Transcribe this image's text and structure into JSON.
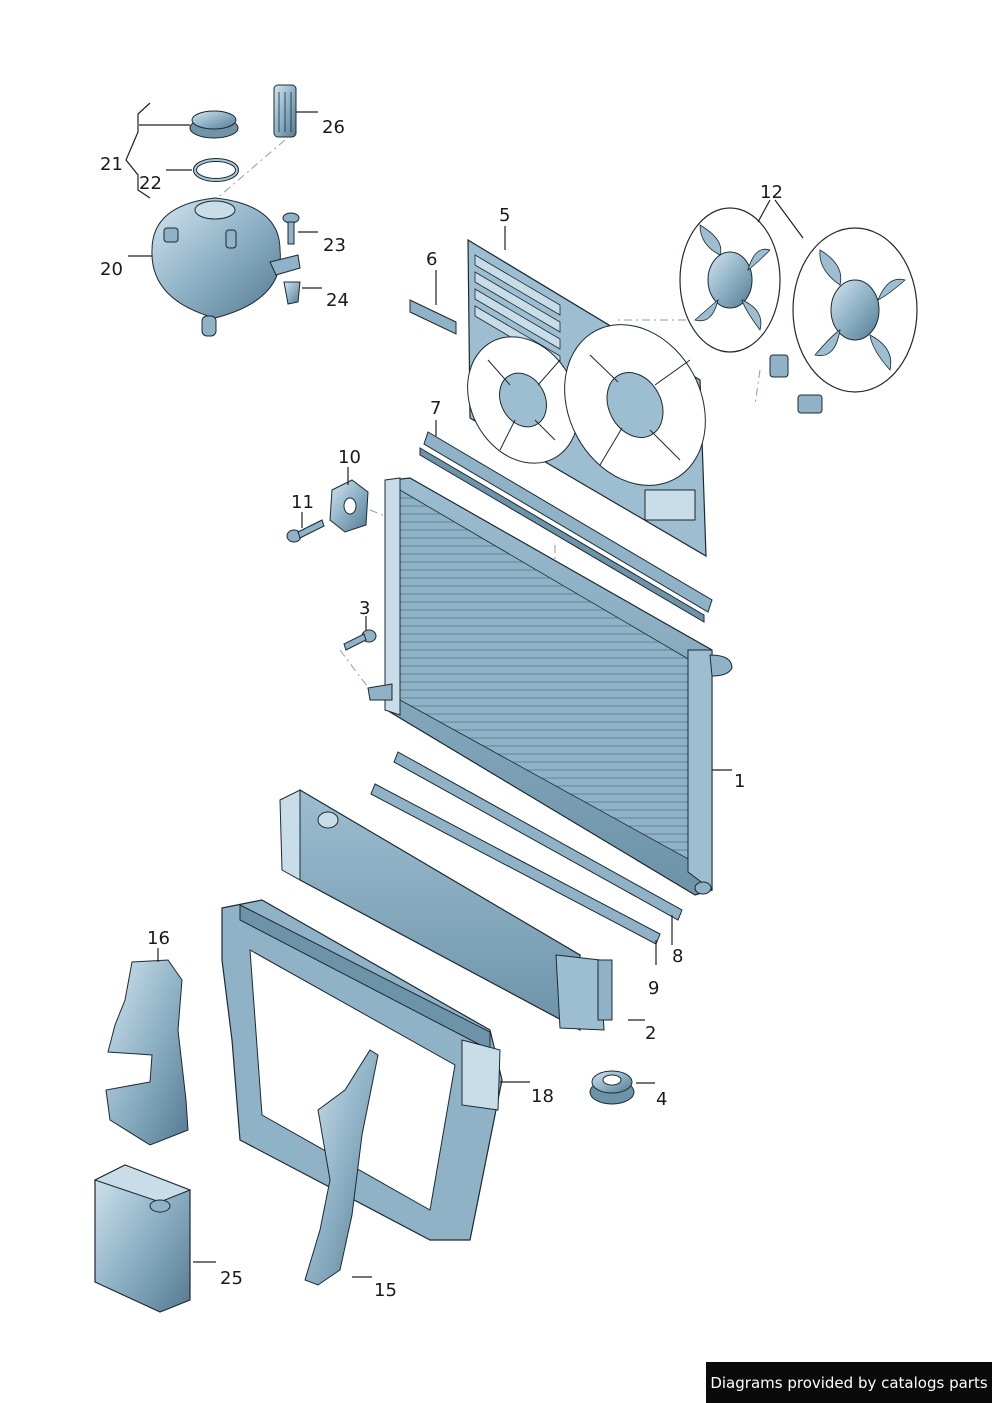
{
  "callouts": {
    "c1": "1",
    "c2": "2",
    "c3": "3",
    "c4": "4",
    "c5": "5",
    "c6": "6",
    "c7": "7",
    "c8": "8",
    "c9": "9",
    "c10": "10",
    "c11": "11",
    "c12": "12",
    "c15": "15",
    "c16": "16",
    "c18": "18",
    "c20": "20",
    "c21": "21",
    "c22": "22",
    "c23": "23",
    "c24": "24",
    "c25": "25",
    "c26": "26"
  },
  "credit": "Diagrams provided by catalogs parts",
  "colors": {
    "part_fill": "#8fb2c6",
    "part_dark": "#5b7f95",
    "part_light": "#c9dde8",
    "outline": "#1c2a33",
    "leader": "#222222",
    "dash": "#7fa3b8"
  }
}
